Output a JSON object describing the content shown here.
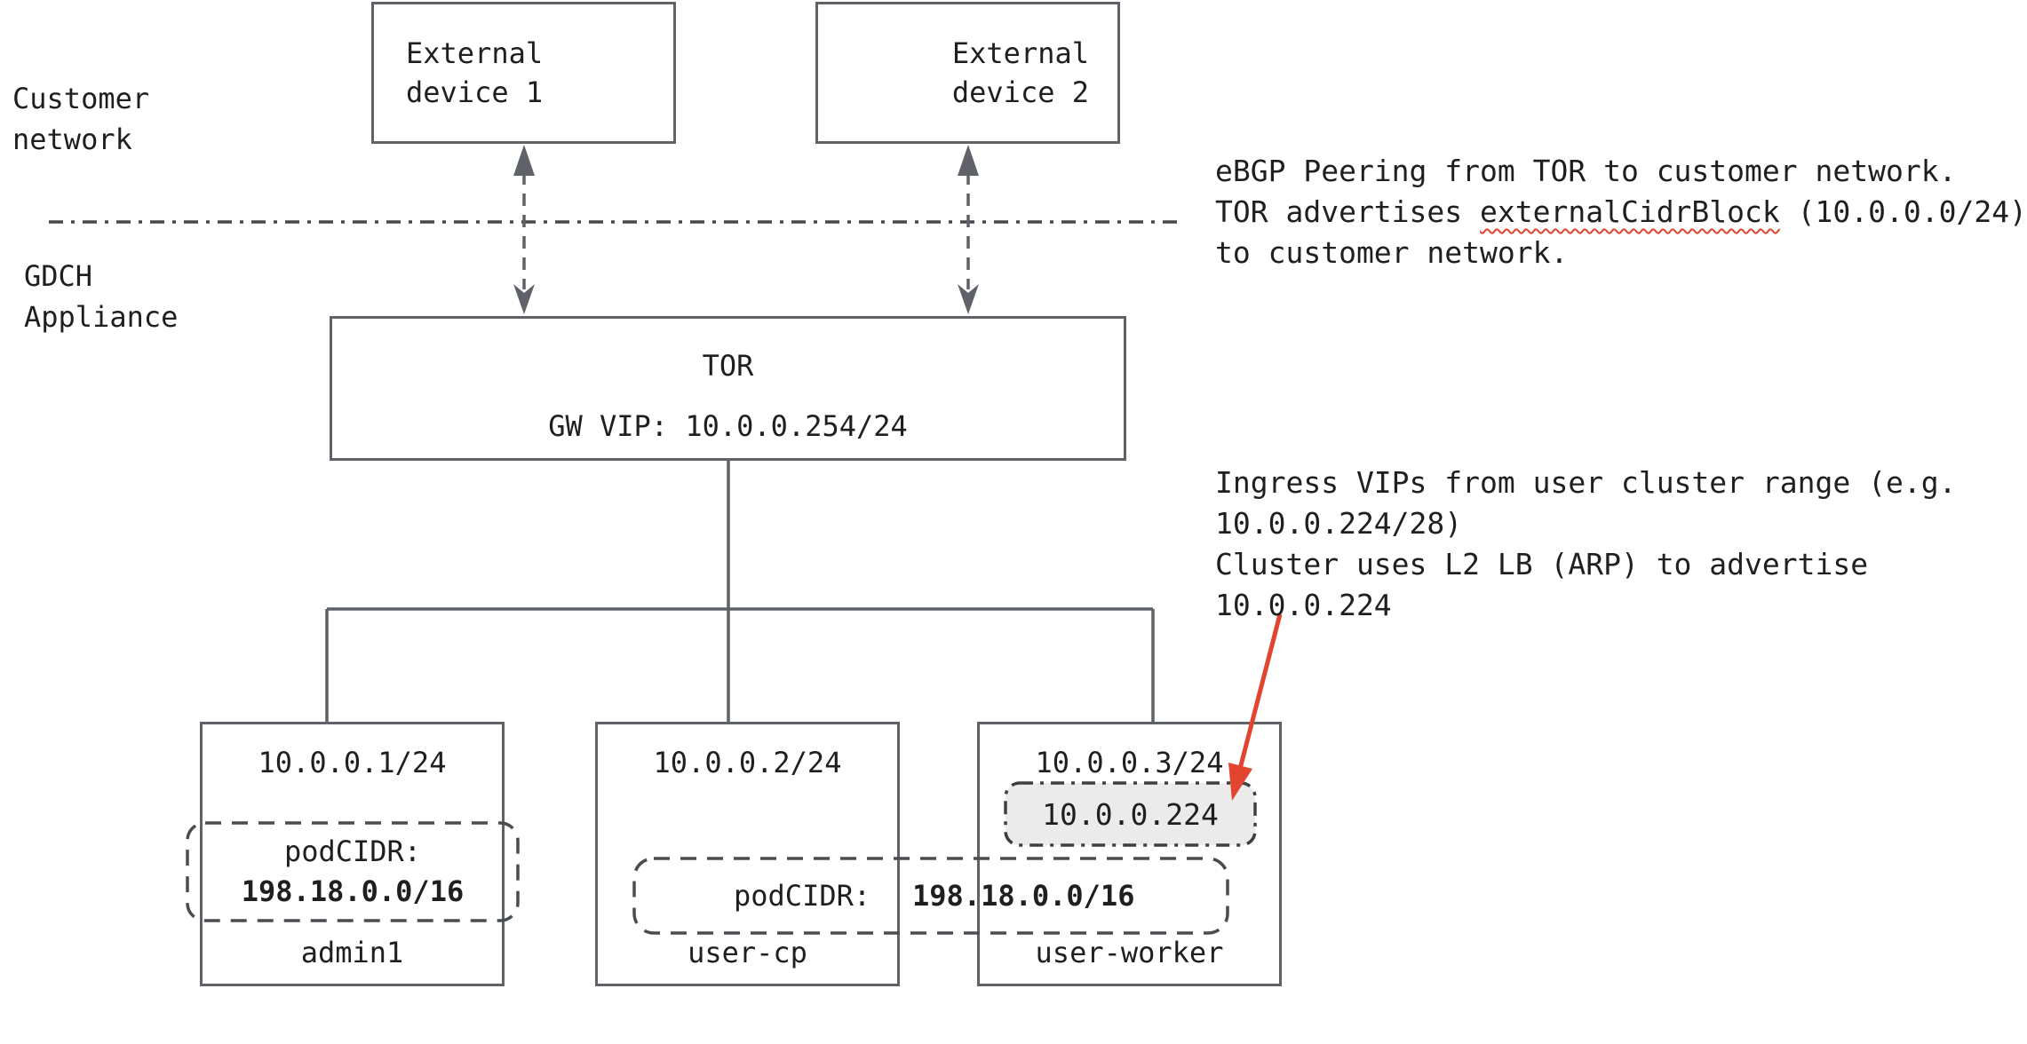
{
  "diagram": {
    "regions": {
      "customer_network": {
        "line1": "Customer",
        "line2": "network"
      },
      "gdch_appliance": {
        "line1": "GDCH",
        "line2": "Appliance"
      }
    },
    "external_devices": [
      {
        "line1": "External",
        "line2": "device 1"
      },
      {
        "line1": "External",
        "line2": "device 2"
      }
    ],
    "tor": {
      "name": "TOR",
      "gw_vip": "GW VIP: 10.0.0.254/24"
    },
    "nodes": [
      {
        "ip": "10.0.0.1/24",
        "name": "admin1"
      },
      {
        "ip": "10.0.0.2/24",
        "name": "user-cp"
      },
      {
        "ip": "10.0.0.3/24",
        "name": "user-worker"
      }
    ],
    "admin_pod_cidr": {
      "label": "podCIDR:",
      "value": "198.18.0.0/16"
    },
    "shared_pod_cidr": {
      "label": "podCIDR:",
      "value": "198.18.0.0/16"
    },
    "ingress_vip": "10.0.0.224",
    "annotations": {
      "ebgp": {
        "line1": "eBGP Peering from TOR to customer network.",
        "line2_pre": "TOR advertises ",
        "line2_term": "externalCidrBlock",
        "line2_post": " (10.0.0.0/24)",
        "line3": "to customer network."
      },
      "ingress": {
        "line1": "Ingress VIPs from user cluster range (e.g.",
        "line2": "10.0.0.224/28)",
        "line3": "Cluster uses L2 LB (ARP) to advertise",
        "line4": "10.0.0.224"
      }
    },
    "colors": {
      "line_gray": "#5f6368",
      "text": "#1f1f1f",
      "arrow_red": "#e2442f",
      "ingress_fill": "#ebebeb",
      "squiggle_red": "#e0442e"
    }
  }
}
